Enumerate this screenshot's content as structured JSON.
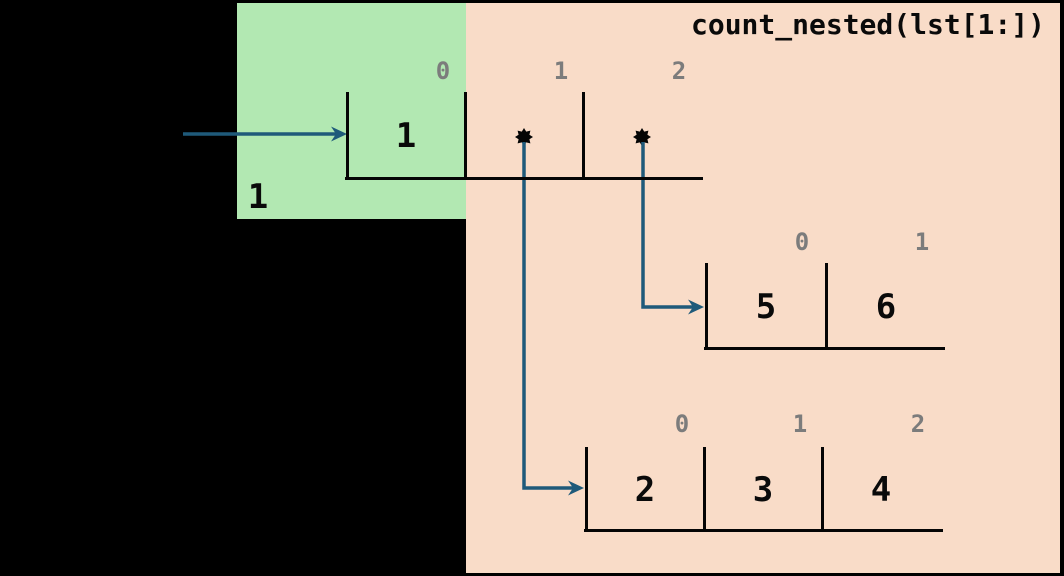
{
  "title": "count_nested(lst[1:])",
  "count_label": "1",
  "colors": {
    "background": "#000000",
    "resolved_region": "#b2e8b2",
    "active_region": "#f9dcc8",
    "arrow": "#1f5a7a",
    "index_label": "#7c7c7c",
    "line": "#050505",
    "text": "#0a0a0a"
  },
  "lists": [
    {
      "indices": [
        "0",
        "1",
        "2"
      ],
      "cells": [
        {
          "text": "1",
          "pointer": false
        },
        {
          "text": "",
          "pointer": true
        },
        {
          "text": "",
          "pointer": true
        }
      ]
    },
    {
      "indices": [
        "0",
        "1"
      ],
      "cells": [
        {
          "text": "5",
          "pointer": false
        },
        {
          "text": "6",
          "pointer": false
        }
      ]
    },
    {
      "indices": [
        "0",
        "1",
        "2"
      ],
      "cells": [
        {
          "text": "2",
          "pointer": false
        },
        {
          "text": "3",
          "pointer": false
        },
        {
          "text": "4",
          "pointer": false
        }
      ]
    }
  ]
}
